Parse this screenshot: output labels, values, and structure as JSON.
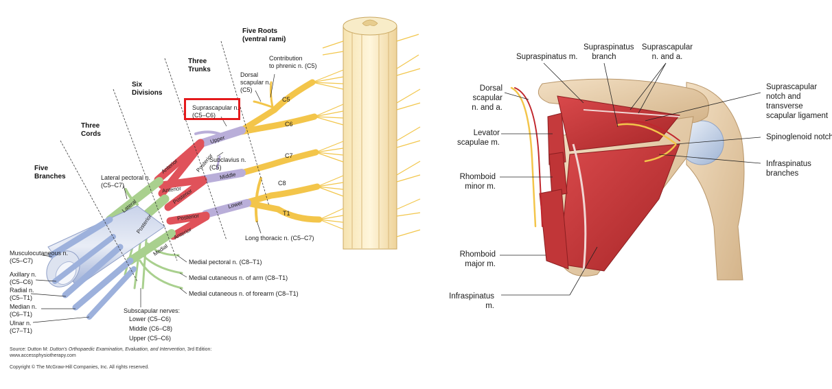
{
  "left": {
    "headers": {
      "five_roots": "Five Roots\n(ventral rami)",
      "three_trunks": "Three\nTrunks",
      "six_divisions": "Six\nDivisions",
      "three_cords": "Three\nCords",
      "five_branches": "Five\nBranches"
    },
    "labels": {
      "contribution_phrenic": "Contribution\nto phrenic n. (C5)",
      "dorsal_scapular": "Dorsal\nscapular n.\n(C5)",
      "suprascapular": "Suprascapular n.\n(C5–C6)",
      "subclavius": "Subclavius n.\n(C5)",
      "lateral_pectoral": "Lateral pectoral n.\n(C5–C7)",
      "long_thoracic": "Long thoracic n. (C5–C7)",
      "medial_pectoral": "Medial pectoral n. (C8–T1)",
      "medial_cut_arm": "Medial cutaneous n. of arm (C8–T1)",
      "medial_cut_forearm": "Medial cutaneous n. of forearm (C8–T1)",
      "subscapular": "Subscapular nerves:",
      "sub_lower": "Lower (C5–C6)",
      "sub_middle": "Middle (C6–C8)",
      "sub_upper": "Upper (C5–C6)",
      "musculocutaneous": "Musculocutaneous n.\n(C5–C7)",
      "axillary": "Axillary n.\n(C5–C6)",
      "radial": "Radial n.\n(C5–T1)",
      "median": "Median n.\n(C6–T1)",
      "ulnar": "Ulnar n.\n(C7–T1)"
    },
    "roots": [
      "C5",
      "C6",
      "C7",
      "C8",
      "T1"
    ],
    "segments": {
      "upper": "Upper",
      "middle": "Middle",
      "lower": "Lower",
      "anterior1": "Anterior",
      "anterior2": "Anterior",
      "posterior1": "Posterior",
      "posterior2": "Posterior",
      "anterior3": "Anterior",
      "lateral": "Lateral",
      "posterior_cord": "Posterior",
      "medial": "Medial"
    },
    "source_prefix": "Source: Dutton M: ",
    "source_title": "Dutton's Orthopaedic Examination, Evaluation, and Intervention",
    "source_suffix": ", 3rd Edition:",
    "source_url": "www.accessphysiotherapy.com",
    "copyright": "Copyright © The McGraw-Hill Companies, Inc. All rights reserved."
  },
  "right": {
    "labels": {
      "supraspinatus_m": "Supraspinatus m.",
      "supraspinatus_branch": "Supraspinatus\nbranch",
      "suprascapular_na": "Suprascapular\nn. and a.",
      "suprascapular_notch": "Suprascapular\nnotch and\ntransverse\nscapular ligament",
      "dorsal_scapular": "Dorsal\nscapular\nn. and a.",
      "levator": "Levator\nscapulae m.",
      "spinoglenoid": "Spinoglenoid notch",
      "infraspinatus_branches": "Infraspinatus\nbranches",
      "rhomboid_minor": "Rhomboid\nminor m.",
      "rhomboid_major": "Rhomboid\nmajor m.",
      "infraspinatus_m": "Infraspinatus\nm."
    }
  },
  "colors": {
    "highlight": "#e41a1c",
    "root_yellow": "#f3c54a",
    "trunk_lavender": "#b9aed9",
    "division_red": "#e0525a",
    "cord_green": "#a9d08e",
    "vessel_blue": "#9db1dc",
    "muscle_red": "#c8383a",
    "bone_tan": "#e7cfae"
  }
}
